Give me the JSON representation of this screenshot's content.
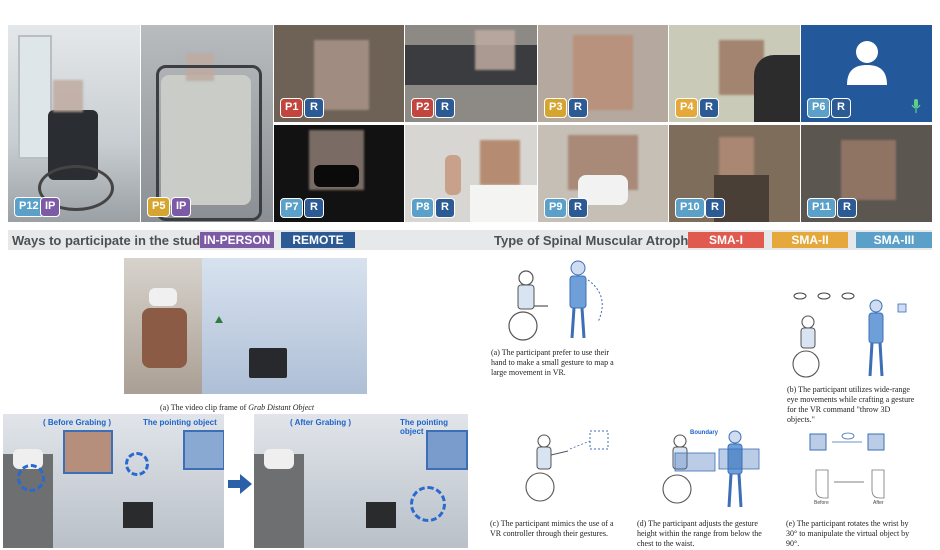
{
  "participants_top": [
    {
      "id": "P12",
      "mode": "IP"
    },
    {
      "id": "P5",
      "mode": "IP"
    },
    {
      "id": "P1",
      "mode": "R"
    },
    {
      "id": "P2",
      "mode": "R"
    },
    {
      "id": "P3",
      "mode": "R"
    },
    {
      "id": "P4",
      "mode": "R"
    },
    {
      "id": "P6",
      "mode": "R"
    },
    {
      "id": "P7",
      "mode": "R"
    },
    {
      "id": "P8",
      "mode": "R"
    },
    {
      "id": "P9",
      "mode": "R"
    },
    {
      "id": "P10",
      "mode": "R"
    },
    {
      "id": "P11",
      "mode": "R"
    }
  ],
  "legend": {
    "ways_label": "Ways to participate in the study",
    "in_person": "IN-PERSON",
    "remote": "REMOTE",
    "sma_label": "Type of Spinal Muscular Atrophy:",
    "sma1": "SMA-I",
    "sma2": "SMA-II",
    "sma3": "SMA-III",
    "colors": {
      "sma1": "#e05a50",
      "sma2": "#e4a93a",
      "sma3": "#5aa0c8",
      "in_person": "#7c5aa6",
      "remote": "#2c5a95"
    }
  },
  "video_frame": {
    "caption_prefix": "(a) The video clip frame of ",
    "caption_italic": "Grab Distant Object",
    "before_label": "( Before Grabing )",
    "after_label": "( After Grabing )",
    "pointing_label_1": "The pointing object",
    "pointing_label_2": "The pointing object"
  },
  "diagrams": {
    "a": "(a) The participant prefer to use their hand to make a small gesture to map a large movement in VR.",
    "b": "(b) The participant utilizes wide-range eye movements while crafting a gesture for the VR command \"throw 3D objects.\"",
    "c": "(c) The participant mimics the use of a VR controller through their gestures.",
    "d": "(d) The participant adjusts the gesture height within the range from below the chest to the waist.",
    "d_boundary": "Boundary",
    "e": "(e) The participant rotates the wrist by 30° to manipulate the virtual object by 90°.",
    "e_before": "Before",
    "e_after": "After"
  }
}
